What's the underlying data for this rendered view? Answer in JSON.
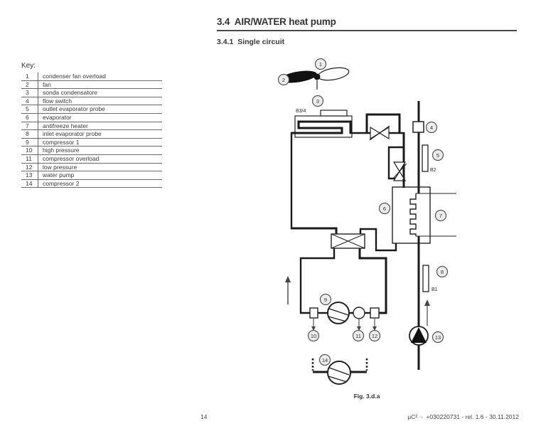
{
  "header": {
    "section_title": "3.4  AIR/WATER heat pump",
    "subsection_title": "3.4.1  Single circuit"
  },
  "key": {
    "title": "Key:",
    "rows": [
      {
        "num": "1",
        "label": "condenser fan overload"
      },
      {
        "num": "2",
        "label": "fan"
      },
      {
        "num": "3",
        "label": "sonda condensatore"
      },
      {
        "num": "4",
        "label": "flow switch"
      },
      {
        "num": "5",
        "label": "outlet evaporator probe"
      },
      {
        "num": "6",
        "label": "evaporator"
      },
      {
        "num": "7",
        "label": "antifreeze heater"
      },
      {
        "num": "8",
        "label": "inlet evaporator probe"
      },
      {
        "num": "9",
        "label": "compressor 1"
      },
      {
        "num": "10",
        "label": "high pressure"
      },
      {
        "num": "11",
        "label": "compressor overload"
      },
      {
        "num": "12",
        "label": "low pressure"
      },
      {
        "num": "13",
        "label": "water pump"
      },
      {
        "num": "14",
        "label": "compressor 2"
      }
    ]
  },
  "diagram": {
    "callouts": [
      "1",
      "2",
      "3",
      "4",
      "5",
      "6",
      "7",
      "8",
      "9",
      "10",
      "11",
      "12",
      "13",
      "14"
    ],
    "labels": {
      "b34": "B3/4",
      "b2": "B2",
      "b1": "B1"
    },
    "caption": "Fig. 3.d.a",
    "line_color": "#1a1a1a",
    "callout_fill": "#ececec"
  },
  "footer": {
    "page_number": "14",
    "doc_ref": "µC²  -  +030220731 - rel. 1.6 - 30.11.2012"
  }
}
